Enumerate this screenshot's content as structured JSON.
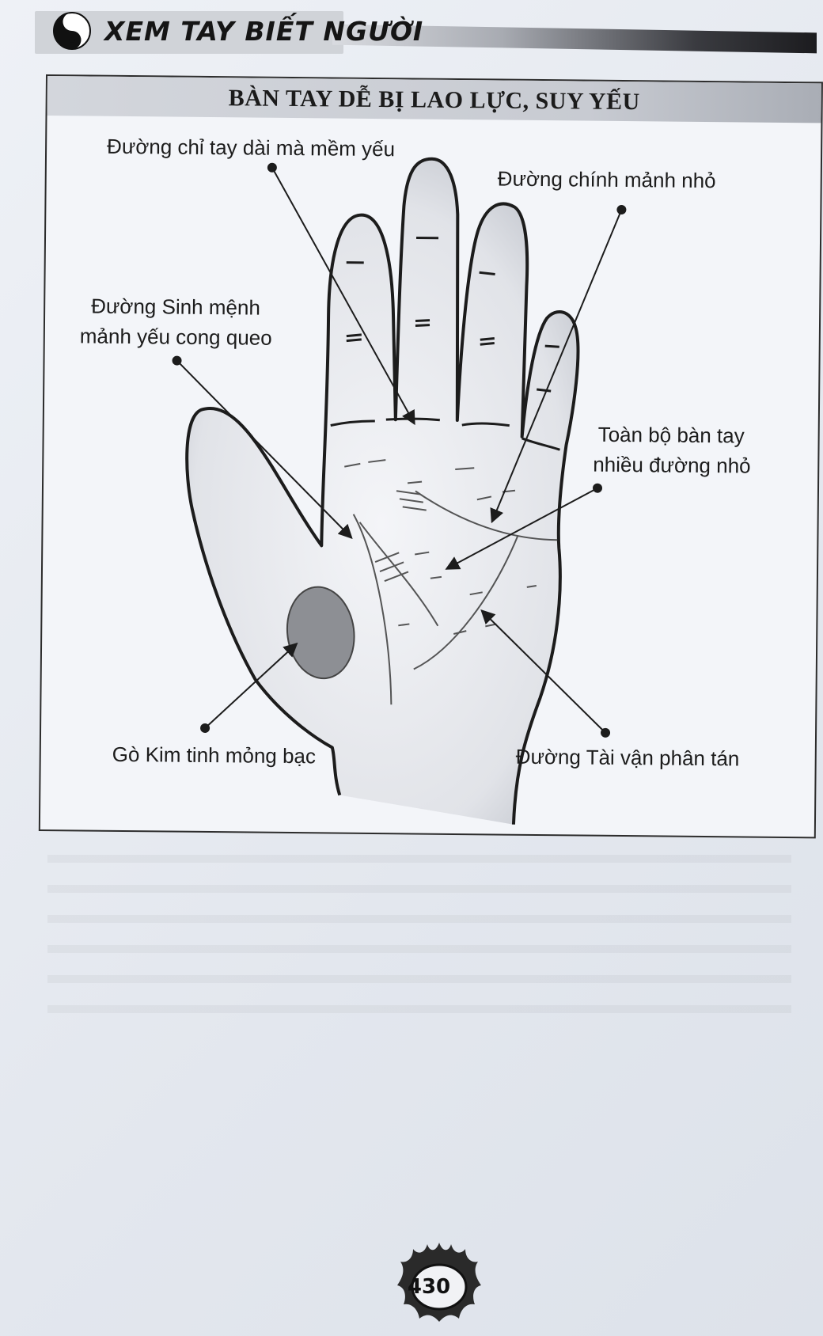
{
  "header": {
    "book_title": "XEM TAY BIẾT NGƯỜI",
    "emblem_icon": "yin-yang-icon"
  },
  "figure": {
    "title": "BÀN TAY DỄ BỊ LAO LỰC, SUY YẾU",
    "labels": {
      "heart_line": "Đường chỉ tay dài mà mềm yếu",
      "head_line": "Đường chính mảnh nhỏ",
      "life_line_1": "Đường Sinh mệnh",
      "life_line_2": "mảnh yếu cong queo",
      "many_lines_1": "Toàn bộ bàn tay",
      "many_lines_2": "nhiều đường nhỏ",
      "venus_mount": "Gò Kim tinh mỏng bạc",
      "fortune_line": "Đường Tài vận phân tán"
    }
  },
  "footer": {
    "page_number": "430",
    "emblem_icon": "flame-icon"
  },
  "colors": {
    "ink": "#1c1c1c",
    "title_bar": "#c8cbd2",
    "page": "#e9ecf2"
  }
}
